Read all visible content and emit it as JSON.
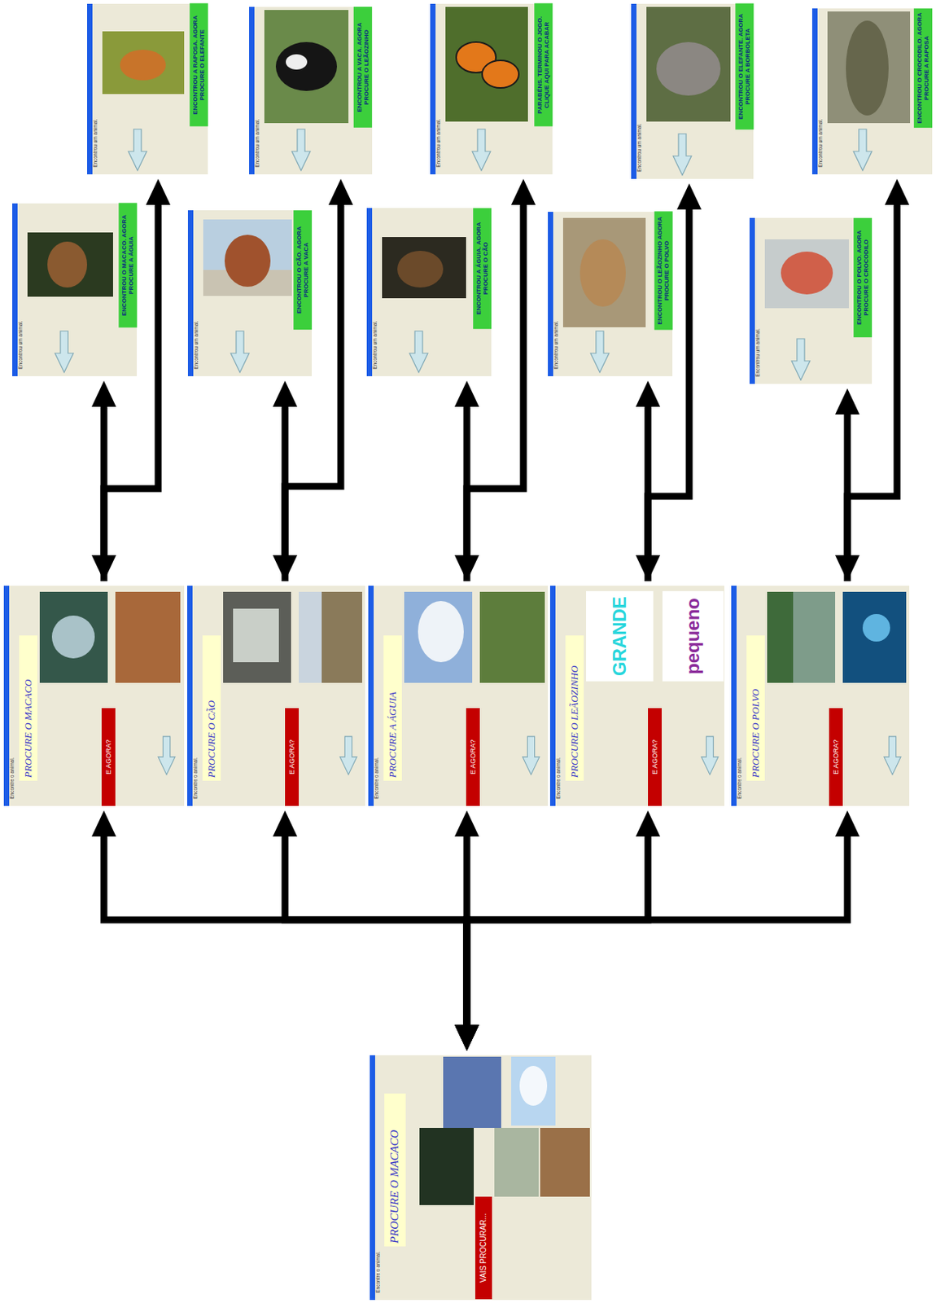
{
  "diagram": {
    "nodes": [
      {
        "text": [
          "Encontrou um animal.",
          "ENCONTROU A RAPOSA. AGORA PROCURE O ELEFANTE"
        ]
      },
      {
        "text": [
          "Encontrou um animal.",
          "ENCONTROU A VACA. AGORA PROCURE O LEÃOZINHO"
        ]
      },
      {
        "text": [
          "Encontrou um animal.",
          "PARABÉNS. TERMINOU O JOGO. CLIQUE AQUI PARA ACABAR"
        ]
      },
      {
        "text": [
          "Encontrou um animal.",
          "ENCONTROU O ELEFANTE. AGORA PROCURE A BORBOLETA"
        ]
      },
      {
        "text": [
          "Encontrou um animal.",
          "ENCONTROU O CROCODILO. AGORA PROCURE A RAPOSA"
        ]
      },
      {
        "text": [
          "Encontrou um animal.",
          "ENCONTROU O MACACO. AGORA PROCURE A ÁGUIA"
        ]
      },
      {
        "text": [
          "Encontrou um animal.",
          "ENCONTROU O CÃO. AGORA PROCURE A VACA"
        ]
      },
      {
        "text": [
          "Encontrou um animal.",
          "ENCONTROU A ÁGUIA. AGORA PROCURE O CÃO"
        ]
      },
      {
        "text": [
          "Encontrou um animal.",
          "ENCONTROU O LEÃOZINHO AGORA PROCURE O POLVO"
        ]
      },
      {
        "text": [
          "Encontrou um animal.",
          "ENCONTROU O POLVO. AGORA PROCURE O CROCODILO"
        ]
      },
      {
        "text": [
          "Encontre o animal.",
          "PROCURE O MACACO",
          "E AGORA?"
        ]
      },
      {
        "text": [
          "Encontre o animal.",
          "PROCURE O CÃO",
          "E AGORA?"
        ]
      },
      {
        "text": [
          "Encontre o animal.",
          "PROCURE A ÁGUIA",
          "E AGORA?"
        ]
      },
      {
        "text": [
          "Encontre o animal.",
          "PROCURE O LEÃOZINHO",
          "GRANDE",
          "pequeno",
          "E AGORA?"
        ]
      },
      {
        "text": [
          "Encontre o animal.",
          "PROCURE O POLVO",
          "E AGORA?"
        ]
      },
      {
        "text": [
          "Encontre o animal.",
          "PROCURE O MACACO",
          "VAIS PROCURAR..."
        ]
      }
    ],
    "edges": [
      {
        "from": 15,
        "to": 10,
        "arrow": "both"
      },
      {
        "from": 15,
        "to": 11,
        "arrow": "both"
      },
      {
        "from": 15,
        "to": 12,
        "arrow": "both"
      },
      {
        "from": 15,
        "to": 13,
        "arrow": "both"
      },
      {
        "from": 15,
        "to": 14,
        "arrow": "both"
      },
      {
        "from": 10,
        "to": 5,
        "arrow": "both"
      },
      {
        "from": 11,
        "to": 6,
        "arrow": "both"
      },
      {
        "from": 12,
        "to": 7,
        "arrow": "both"
      },
      {
        "from": 13,
        "to": 8,
        "arrow": "both"
      },
      {
        "from": 14,
        "to": 9,
        "arrow": "both"
      },
      {
        "from": 10,
        "to": 0,
        "arrow": "to"
      },
      {
        "from": 11,
        "to": 1,
        "arrow": "to"
      },
      {
        "from": 12,
        "to": 2,
        "arrow": "to"
      },
      {
        "from": 13,
        "to": 3,
        "arrow": "to"
      },
      {
        "from": 14,
        "to": 4,
        "arrow": "to"
      }
    ]
  }
}
